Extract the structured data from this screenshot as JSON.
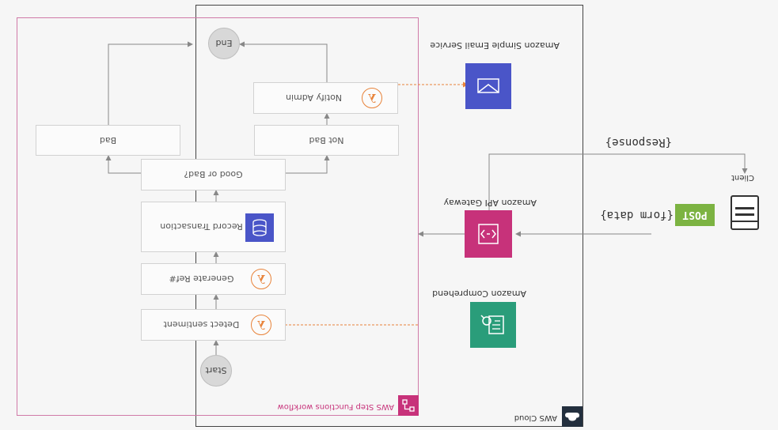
{
  "cloud": {
    "label": "AWS Cloud"
  },
  "workflow": {
    "label": "AWS Step Functions workflow"
  },
  "nodes": {
    "start": "Start",
    "detect_sentiment": "Detect sentiment",
    "generate_ref": "Generate Ref#",
    "record_transaction": "Record Transaction",
    "good_or_bad": "Good or Bad?",
    "not_bad": "Not Bad",
    "bad": "Bad",
    "notify_admin": "Notify Admin",
    "end": "End"
  },
  "services": {
    "comprehend": "Amazon Comprehend",
    "api_gateway": "Amazon API Gateway",
    "ses": "Amazon Simple Email Service"
  },
  "client": {
    "label": "Client",
    "post_badge": "POST",
    "form_data": "{form data}",
    "response": "{Response}"
  },
  "colors": {
    "lambda": "#e8833a",
    "comprehend": "#2a9d7a",
    "api_gateway": "#c7327a",
    "ses": "#4a55c8",
    "dynamodb": "#4a55c8",
    "post_badge": "#7cb342",
    "cloud_border": "#444444",
    "workflow_border": "#d07aa8"
  },
  "icons": {
    "lambda": "lambda-icon",
    "dynamodb": "database-icon",
    "comprehend": "comprehend-icon",
    "api_gateway": "api-gateway-icon",
    "ses": "email-icon",
    "client": "browser-window-icon",
    "cloud": "aws-cloud-icon",
    "step_functions": "step-functions-icon"
  }
}
